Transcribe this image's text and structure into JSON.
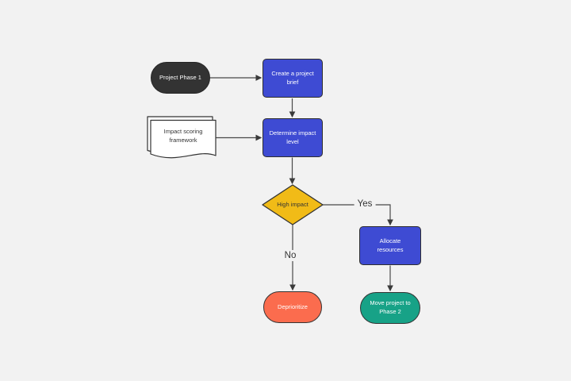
{
  "canvas": {
    "background_color": "#f2f2f2",
    "type": "flowchart"
  },
  "colors": {
    "process_fill": "#3e4bd3",
    "decision_fill": "#f1bb17",
    "terminator_start_fill": "#333333",
    "terminator_negative_fill": "#fb6c4e",
    "terminator_positive_fill": "#17a287",
    "document_fill": "#ffffff",
    "shape_border": "#333333",
    "connector_line": "#4a4a4a",
    "text_on_dark": "#ffffff",
    "text_on_light": "#333333"
  },
  "nodes": {
    "project_phase_1": {
      "type": "terminator",
      "label": "Project Phase 1",
      "fill": "#333333",
      "text_color": "#ffffff"
    },
    "create_brief": {
      "type": "process",
      "label": "Create a project brief",
      "fill": "#3e4bd3",
      "text_color": "#ffffff"
    },
    "impact_framework": {
      "type": "multiple-documents",
      "label": "Impact scoring framework",
      "fill": "#ffffff",
      "text_color": "#333333"
    },
    "determine_impact": {
      "type": "process",
      "label": "Determine impact level",
      "fill": "#3e4bd3",
      "text_color": "#ffffff"
    },
    "high_impact": {
      "type": "decision",
      "label": "High impact",
      "fill": "#f1bb17",
      "text_color": "#333333"
    },
    "allocate_resources": {
      "type": "process",
      "label": "Allocate resources",
      "fill": "#3e4bd3",
      "text_color": "#ffffff"
    },
    "deprioritize": {
      "type": "terminator",
      "label": "Deprioritize",
      "fill": "#fb6c4e",
      "text_color": "#ffffff"
    },
    "move_phase_2": {
      "type": "terminator",
      "label": "Move project to Phase 2",
      "fill": "#17a287",
      "text_color": "#ffffff"
    }
  },
  "edges": [
    {
      "from": "project_phase_1",
      "to": "create_brief",
      "label": ""
    },
    {
      "from": "create_brief",
      "to": "determine_impact",
      "label": ""
    },
    {
      "from": "impact_framework",
      "to": "determine_impact",
      "label": ""
    },
    {
      "from": "determine_impact",
      "to": "high_impact",
      "label": ""
    },
    {
      "from": "high_impact",
      "to": "allocate_resources",
      "label": "Yes"
    },
    {
      "from": "high_impact",
      "to": "deprioritize",
      "label": "No"
    },
    {
      "from": "allocate_resources",
      "to": "move_phase_2",
      "label": ""
    }
  ]
}
